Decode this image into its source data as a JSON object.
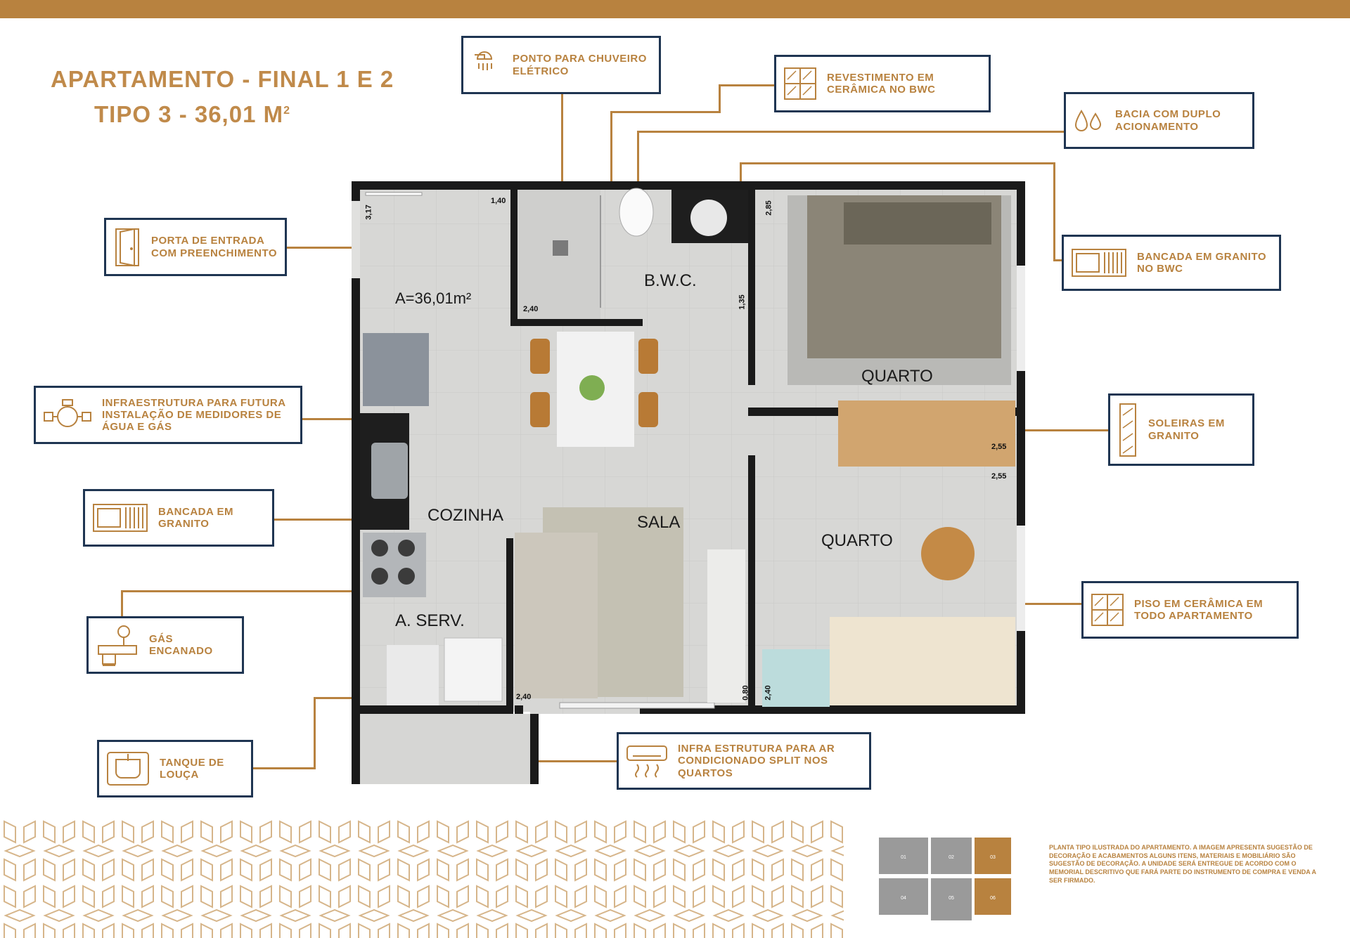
{
  "header": {
    "title_line1": "APARTAMENTO - FINAL 1 E 2",
    "title_line2": "TIPO 3 - 36,01 M",
    "title_sup": "2"
  },
  "colors": {
    "gold": "#b8823f",
    "navy": "#1f3552",
    "wall": "#1a1a1a",
    "floor": "#d6d6d4"
  },
  "callouts": {
    "chuveiro": {
      "label": "PONTO PARA CHUVEIRO ELÉTRICO",
      "icon": "shower-icon"
    },
    "revestimento": {
      "label": "REVESTIMENTO EM CERÂMICA NO BWC",
      "icon": "tile-icon"
    },
    "bacia": {
      "label": "BACIA COM DUPLO ACIONAMENTO",
      "icon": "water-drops-icon"
    },
    "porta": {
      "label": "PORTA DE ENTRADA COM PREENCHIMENTO",
      "icon": "door-icon"
    },
    "bancada_bwc": {
      "label": "BANCADA EM GRANITO NO BWC",
      "icon": "granite-counter-icon"
    },
    "medidores": {
      "label": "INFRAESTRUTURA PARA FUTURA INSTALAÇÃO DE MEDIDORES DE ÁGUA E GÁS",
      "icon": "meter-icon"
    },
    "soleiras": {
      "label": "SOLEIRAS EM GRANITO",
      "icon": "threshold-icon"
    },
    "bancada": {
      "label": "BANCADA EM GRANITO",
      "icon": "granite-counter-icon"
    },
    "piso": {
      "label": "PISO EM CERÂMICA EM TODO APARTAMENTO",
      "icon": "tile-icon"
    },
    "gas": {
      "label": "GÁS ENCANADO",
      "icon": "gas-pipe-icon"
    },
    "tanque": {
      "label": "TANQUE DE LOUÇA",
      "icon": "sink-icon"
    },
    "ar": {
      "label": "INFRA ESTRUTURA PARA AR CONDICIONADO SPLIT NOS QUARTOS",
      "icon": "air-conditioner-icon"
    }
  },
  "plan": {
    "area": "A=36,01m²",
    "rooms": {
      "bwc": "B.W.C.",
      "quarto1": "QUARTO",
      "quarto2": "QUARTO",
      "cozinha": "COZINHA",
      "sala": "SALA",
      "aserv": "A. SERV."
    },
    "dims": {
      "d1": "3,17",
      "d2": "1,40",
      "d3": "2,85",
      "d4": "2,40",
      "d5": "1,35",
      "d6": "2,55",
      "d7": "2,55",
      "d8": "2,40",
      "d9": "0,80",
      "d10": "2,40"
    }
  },
  "keyplan": {
    "units": [
      "01",
      "02",
      "03",
      "04",
      "05",
      "06"
    ]
  },
  "footnote": "PLANTA TIPO ILUSTRADA DO APARTAMENTO. A IMAGEM APRESENTA SUGESTÃO DE DECORAÇÃO E ACABAMENTOS ALGUNS ITENS, MATERIAIS E MOBILIÁRIO SÃO SUGESTÃO DE DECORAÇÃO. A UNIDADE SERÁ ENTREGUE DE ACORDO COM O MEMORIAL DESCRITIVO QUE FARÁ PARTE DO INSTRUMENTO DE COMPRA E VENDA A SER FIRMADO."
}
